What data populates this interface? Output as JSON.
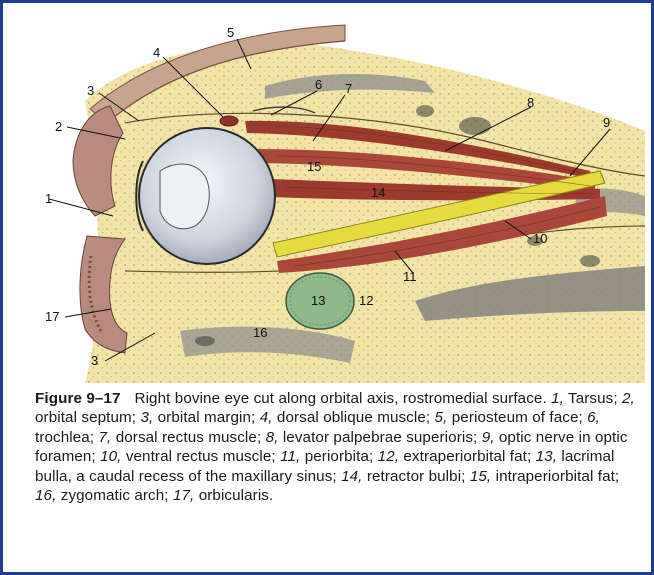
{
  "figure": {
    "number_label": "Figure 9–17",
    "title": "Right bovine eye cut along orbital axis, rostromedial surface.",
    "legend": [
      {
        "num": "1",
        "text": "Tarsus"
      },
      {
        "num": "2",
        "text": "orbital septum"
      },
      {
        "num": "3",
        "text": "orbital margin"
      },
      {
        "num": "4",
        "text": "dorsal oblique muscle"
      },
      {
        "num": "5",
        "text": "periosteum of face"
      },
      {
        "num": "6",
        "text": "trochlea"
      },
      {
        "num": "7",
        "text": "dorsal rectus muscle"
      },
      {
        "num": "8",
        "text": "levator palpebrae superioris"
      },
      {
        "num": "9",
        "text": "optic nerve in optic foramen"
      },
      {
        "num": "10",
        "text": "ventral rectus muscle"
      },
      {
        "num": "11",
        "text": "periorbita"
      },
      {
        "num": "12",
        "text": "extraperiorbital fat"
      },
      {
        "num": "13",
        "text": "lacrimal bulla, a caudal recess of the maxillary sinus"
      },
      {
        "num": "14",
        "text": "retractor bulbi"
      },
      {
        "num": "15",
        "text": "intraperiorbital fat"
      },
      {
        "num": "16",
        "text": "zygomatic arch"
      },
      {
        "num": "17",
        "text": "orbicularis"
      }
    ]
  },
  "diagram_labels": {
    "l1": "1",
    "l2": "2",
    "l3a": "3",
    "l3b": "3",
    "l4": "4",
    "l5": "5",
    "l6": "6",
    "l7": "7",
    "l8": "8",
    "l9": "9",
    "l10": "10",
    "l11": "11",
    "l12": "12",
    "l13": "13",
    "l14": "14",
    "l15": "15",
    "l16": "16",
    "l17": "17"
  },
  "colors": {
    "border": "#1f3d8c",
    "fat": "#f2e4a6",
    "muscle": "#9a3b2e",
    "nerve": "#e3dc3c",
    "bulla": "#8fb88c",
    "skin": "#b98a7e",
    "eye": "#c9ced8"
  }
}
